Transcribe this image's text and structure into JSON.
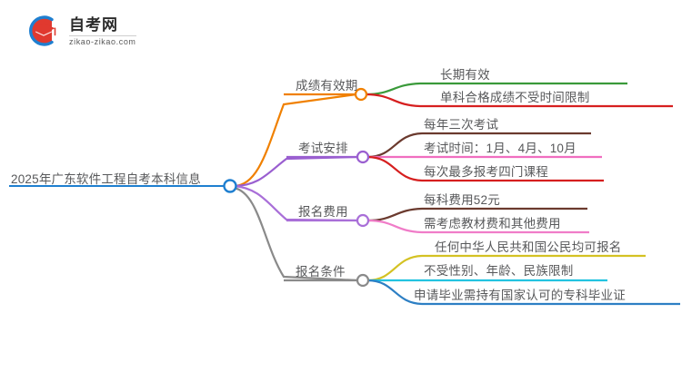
{
  "logo": {
    "mark_icon": "graduation-cap-in-circle-icon",
    "title": "自考网",
    "domain": "zikao-zikao.com",
    "circle_color": "#1f7fd0",
    "cap_color": "#e0392f"
  },
  "mindmap": {
    "root": {
      "label": "2025年广东软件工程自考本科信息",
      "node_color": "#1f7fd0",
      "underline_color": "#1f7fd0"
    },
    "branches": [
      {
        "label": "成绩有效期",
        "line_color": "#f08000",
        "node_color": "#f08000",
        "children": [
          {
            "label": "长期有效",
            "line_color": "#3a9a3a"
          },
          {
            "label": "单科合格成绩不受时间限制",
            "line_color": "#d61f1f"
          }
        ]
      },
      {
        "label": "考试安排",
        "line_color": "#9a5fd0",
        "node_color": "#9a5fd0",
        "children": [
          {
            "label": "每年三次考试",
            "line_color": "#6b3a2e"
          },
          {
            "label": "考试时间：1月、4月、10月",
            "line_color": "#f06ec0"
          },
          {
            "label": "每次最多报考四门课程",
            "line_color": "#d61f1f"
          }
        ]
      },
      {
        "label": "报名费用",
        "line_color": "#a96fd8",
        "node_color": "#a96fd8",
        "children": [
          {
            "label": "每科费用52元",
            "line_color": "#6b3a2e"
          },
          {
            "label": "需考虑教材费和其他费用",
            "line_color": "#f07cc8"
          }
        ]
      },
      {
        "label": "报名条件",
        "line_color": "#8a8a8a",
        "node_color": "#8a8a8a",
        "children": [
          {
            "label": "任何中华人民共和国公民均可报名",
            "line_color": "#d4c223"
          },
          {
            "label": "不受性别、年龄、民族限制",
            "line_color": "#23c3e0"
          },
          {
            "label": "申请毕业需持有国家认可的专科毕业证",
            "line_color": "#2d7fc4"
          }
        ]
      }
    ]
  }
}
